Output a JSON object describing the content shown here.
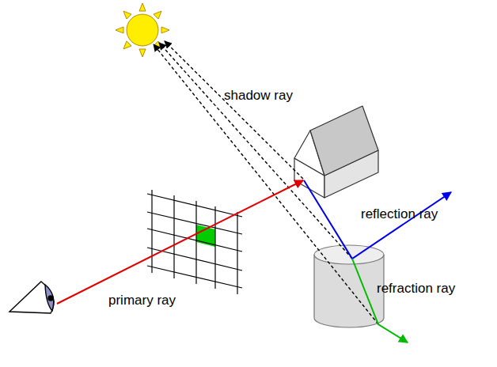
{
  "diagram": {
    "labels": [
      "shadow ray",
      "reflection ray",
      "refraction ray",
      "primary ray"
    ]
  }
}
